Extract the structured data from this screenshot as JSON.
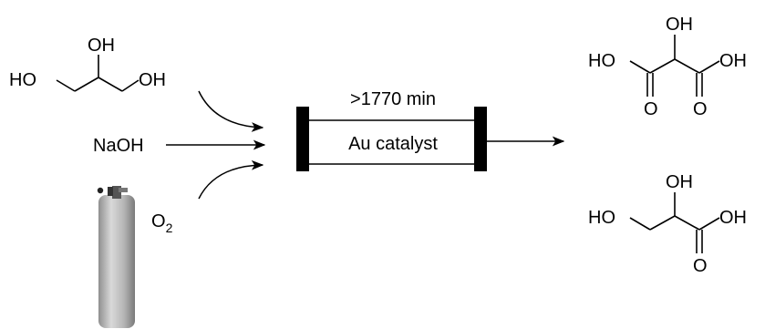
{
  "reactants": {
    "glycerol": {
      "oh_top": "OH",
      "ho_left": "HO",
      "oh_right": "OH"
    },
    "base": "NaOH",
    "oxidant": {
      "symbol": "O",
      "subscript": "2"
    }
  },
  "reactor": {
    "time_label": ">1770 min",
    "catalyst_label": "Au catalyst"
  },
  "products": {
    "tartronic_acid": {
      "oh_top": "OH",
      "ho_left": "HO",
      "oh_right": "OH",
      "o_left": "O",
      "o_right": "O"
    },
    "glyceric_acid": {
      "oh_top": "OH",
      "ho_left": "HO",
      "oh_right": "OH",
      "o_bottom": "O"
    }
  },
  "colors": {
    "ink": "#000000",
    "cylinder_body": "#b8b8b8",
    "cylinder_valve": "#333333"
  },
  "icons": {
    "gas_cylinder": "gas-cylinder-icon"
  }
}
